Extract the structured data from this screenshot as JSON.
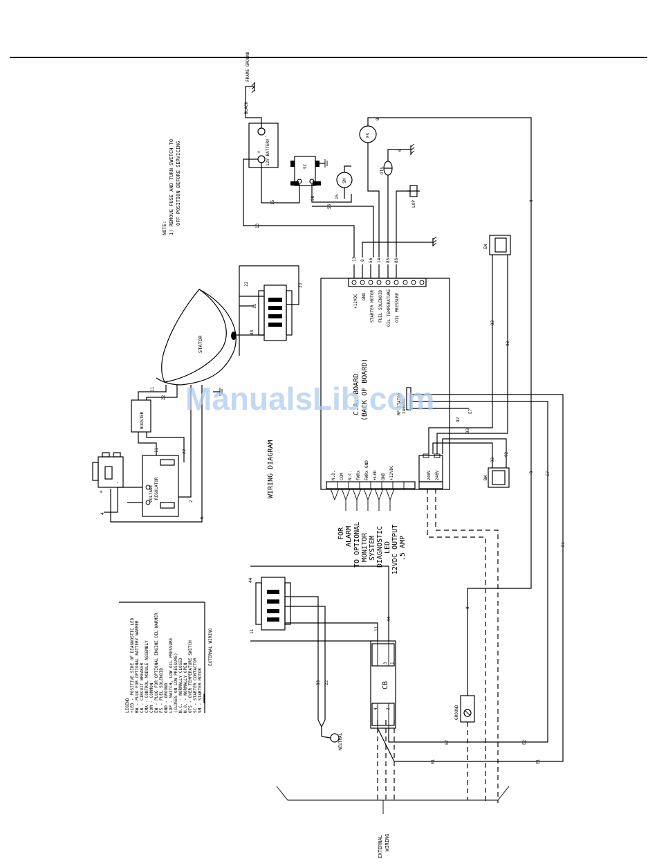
{
  "watermark": "ManualsLib.com",
  "title": "WIRING DIAGRAM",
  "note": {
    "line1": "NOTE:",
    "line2": "1) REMOVE FUSE AND TURN SWITCH TO",
    "line3": "OFF POSITION BEFORE SERVICING"
  },
  "board": {
    "line1": "C.A. BOARD",
    "line2": "(BACK OF BOARD)",
    "top_terminals": [
      "+12VDC",
      "GND",
      "STARTER MOTOR",
      "FUEL SOLENOID",
      "OIL TEMPERATURE",
      "OIL PRESSURE"
    ],
    "bottom_terminals": [
      "N.O.",
      "COM",
      "N.C.",
      "FWRx",
      "FWRx GND",
      "+LED",
      "GND",
      "+12VDC"
    ],
    "ac_terminals": [
      "240V",
      "240V"
    ],
    "rf_connector": "RF STATOR\n240VAC"
  },
  "output_labels": [
    "FOR",
    "ALARM",
    "TO OPTIONAL",
    "MONITOR",
    "SYSTEM",
    "DIAGNOSTIC",
    "LED",
    "12VDC OUTPUT",
    ".5 AMP"
  ],
  "components": {
    "battery": "12V BATTERY",
    "battery_plus": "+",
    "battery_minus": "-",
    "black": "BLACK",
    "frame_ground": "FRAME GROUND",
    "sc": "SC",
    "sm": "SM",
    "fs": "FS",
    "ots": "OTS",
    "lop": "LOP",
    "stator": "STATOR",
    "booster": "BOOSTER",
    "voltage_regulator": "VOLTAGE REGULATOR",
    "cb": "CB",
    "ground": "GROUND",
    "neutral": "NEUTRAL",
    "ew_top": "EW",
    "bw": "BW",
    "external_wiring": "EXTERNAL WIRING"
  },
  "wire_numbers": {
    "w13": "13",
    "w0": "0",
    "w56": "56",
    "w14": "14",
    "w85": "85",
    "w86": "86",
    "w15": "15",
    "w11": "11",
    "w22": "22",
    "w33": "33",
    "w44": "44",
    "w4": "4",
    "w6": "6",
    "w2": "2",
    "w93": "93",
    "w92": "92",
    "e1": "E1",
    "e2": "E2",
    "e7": "E7",
    "w13b": "13"
  },
  "legend": {
    "title": "LEGEND",
    "entries": [
      "+LED  - POSITIVE SIDE OF DIAGNOSTIC LED",
      "BW    - PLUG FOR OPTIONAL BATTERY WARMER",
      "CB    - CIRCUIT BREAKER",
      "CMA   - CONTROL MODULE ASSEMBLY",
      "COM   - COMMON",
      "EW    - PLUG FOR OPTIONAL ENGINE OIL WARMER",
      "FS    - FUEL SOLENOID",
      "GND   - GROUND",
      "LOP   - SWITCH, LOW OIL PRESSURE",
      "        (CLOSES ON LOW PRESSURE)",
      "N.C.  - NORMALLY CLOSED",
      "N.O.  - NORMALLY OPEN",
      "OTS   - OVER TEMPERATURE SWITCH",
      "SC    - STARTER CONTACTOR",
      "SM    - STARTER MOTOR"
    ],
    "external_wiring_key": "EXTERNAL WIRING"
  }
}
